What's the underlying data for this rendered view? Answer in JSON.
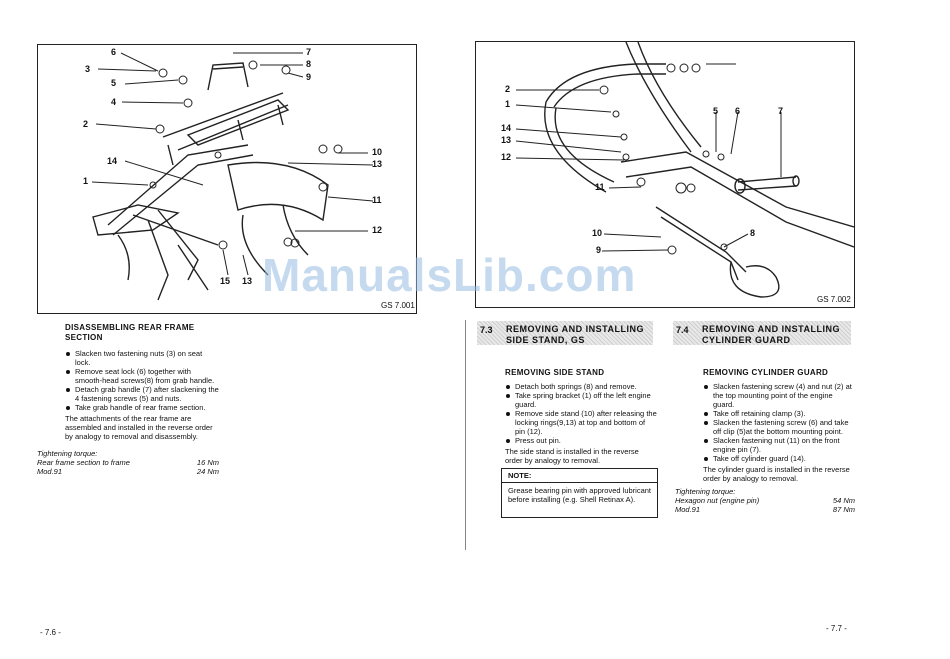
{
  "left_page": {
    "figure": {
      "label": "GS 7.001",
      "callouts": [
        "1",
        "2",
        "3",
        "4",
        "5",
        "6",
        "7",
        "8",
        "9",
        "10",
        "11",
        "12",
        "13",
        "13",
        "14",
        "15"
      ]
    },
    "section_title": "DISASSEMBLING REAR FRAME SECTION",
    "steps": [
      "Slacken two fastening nuts (3) on seat lock.",
      "Remove seat lock (6) together with smooth-head screws(8) from grab handle.",
      "Detach grab handle (7) after slackening the 4 fastening screws (5) and nuts.",
      "Take grab handle of rear frame section."
    ],
    "install_note": "The attachments of the rear frame are assembled and installed in the reverse order by analogy to removal and disassembly.",
    "torque": {
      "title": "Tightening torque:",
      "rows": [
        {
          "label": "Rear frame section to frame",
          "value": "16 Nm"
        },
        {
          "label": "Mod.91",
          "value": "24 Nm"
        }
      ]
    },
    "page_number": "- 7.6 -"
  },
  "right_page": {
    "figure": {
      "label": "GS 7.002",
      "callouts": [
        "1",
        "2",
        "5",
        "6",
        "7",
        "8",
        "9",
        "10",
        "11",
        "12",
        "13",
        "14"
      ]
    },
    "section_73": {
      "number": "7.3",
      "title_line1": "REMOVING AND INSTALLING",
      "title_line2": "SIDE STAND, GS",
      "subtitle": "REMOVING SIDE STAND",
      "steps": [
        "Detach both springs (8) and remove.",
        "Take spring bracket (1) off the left engine guard.",
        "Remove side stand (10) after releasing the locking rings(9,13) at top and bottom of pin (12).",
        "Press out pin."
      ],
      "install_note": "The side stand is installed in the reverse order by analogy to removal.",
      "note_title": "NOTE:",
      "note_text": "Grease bearing pin with approved lubricant before installing (e.g. Shell Retinax A)."
    },
    "section_74": {
      "number": "7.4",
      "title_line1": "REMOVING AND INSTALLING",
      "title_line2": "CYLINDER GUARD",
      "subtitle": "REMOVING CYLINDER GUARD",
      "steps": [
        "Slacken fastening screw (4) and nut (2) at the top mounting point of the engine guard.",
        "Take off retaining clamp (3).",
        "Slacken the fastening screw (6) and take off clip (5)at the bottom mounting point.",
        "Slacken fastening nut (11) on the front engine pin (7).",
        "Take off cylinder guard (14)."
      ],
      "install_note": "The cylinder guard is installed in the reverse order by analogy to removal.",
      "torque": {
        "title": "Tightening torque:",
        "rows": [
          {
            "label": "Hexagon nut (engine pin)",
            "value": "54 Nm"
          },
          {
            "label": "Mod.91",
            "value": "87 Nm"
          }
        ]
      }
    },
    "page_number": "- 7.7 -"
  },
  "watermark": "ManualsLib.com"
}
